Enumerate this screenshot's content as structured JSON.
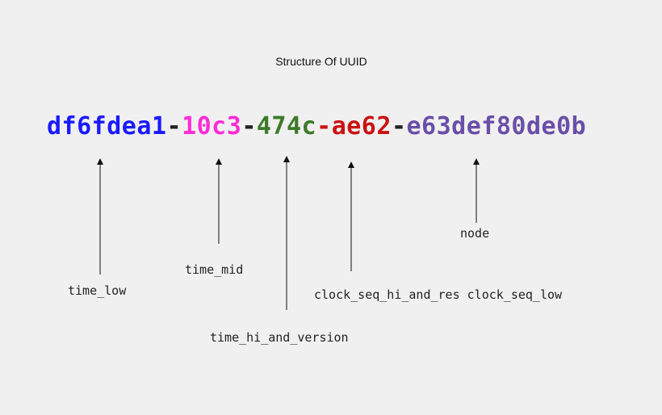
{
  "title": "Structure  Of UUID",
  "uuid": {
    "time_low": "df6fdea1",
    "sep1": "-",
    "time_mid": "10c3",
    "sep2": "-",
    "time_hi_and_version": "474c",
    "sep3": "-",
    "clock_seq": "ae62",
    "sep4": "-",
    "node": "e63def80de0b"
  },
  "colors": {
    "time_low": "#1a1aff",
    "time_mid": "#ff2bd6",
    "time_hi_and_version": "#3d7a2a",
    "clock_seq": "#cc1111",
    "node": "#6a4fa8",
    "separator": "#222222"
  },
  "labels": {
    "time_low": "time_low",
    "time_mid": "time_mid",
    "time_hi_and_version": "time_hi_and_version",
    "clock_seq": "clock_seq_hi_and_res clock_seq_low",
    "node": "node"
  }
}
